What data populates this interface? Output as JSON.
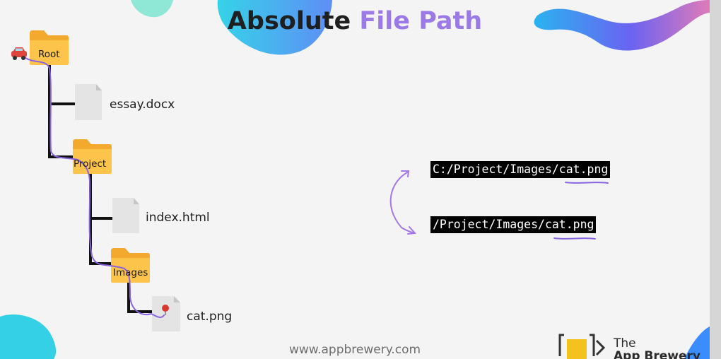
{
  "title": {
    "main": "Absolute",
    "accent": "File Path"
  },
  "tree": {
    "root": "Root",
    "essay": "essay.docx",
    "project": "Project",
    "index": "index.html",
    "images": "Images",
    "cat": "cat.png"
  },
  "paths": {
    "windows": "C:/Project/Images/cat.png",
    "unix": "/Project/Images/cat.png"
  },
  "footer": {
    "url": "www.appbrewery.com",
    "logo_line1": "The",
    "logo_line2": "App Brewery"
  },
  "icons": [
    "car-icon",
    "folder-icon",
    "file-icon",
    "map-pin-icon",
    "swap-arrows-icon",
    "brewery-logo-icon"
  ],
  "colors": {
    "accent_purple": "#9b79e6",
    "folder_yellow": "#fcc44b",
    "tree_line": "#111111",
    "trace_purple": "#8a63e0",
    "cyan_blob": "#2fd0e6",
    "blue_blob": "#3b7bff"
  }
}
